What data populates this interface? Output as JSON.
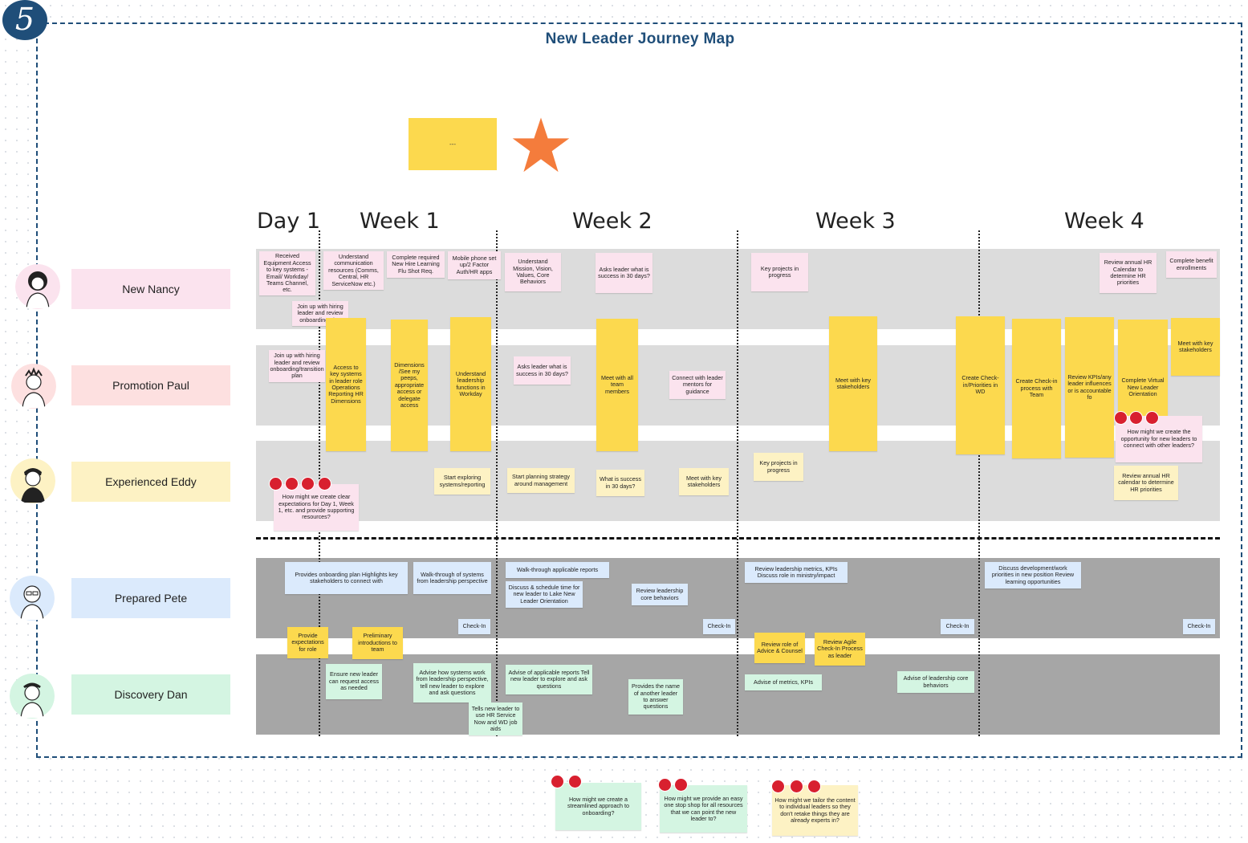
{
  "badge": "5",
  "title": "New Leader Journey Map",
  "legend_note": "---",
  "colors": {
    "frame": "#1f4e79",
    "sticky_yellow": "#fcd94e",
    "star": "#f47c3c",
    "dot": "#d8202f"
  },
  "phases": [
    "Day 1",
    "Week 1",
    "Week 2",
    "Week 3",
    "Week 4"
  ],
  "personas": [
    "New Nancy",
    "Promotion Paul",
    "Experienced Eddy",
    "Prepared Pete",
    "Discovery Dan"
  ],
  "notes": [
    "Received Equipment Access to key systems - Email/ Workday/ Teams Channel, etc.",
    "Understand communication resources (Comms, Central, HR ServiceNow etc.)",
    "Complete required New Hire Learning Flu Shot Req.",
    "Mobile phone set up/2 Factor Auth/HR apps",
    "Understand Mission, Vision, Values, Core Behaviors",
    "Asks leader what is success in 30 days?",
    "Key projects in progress",
    "Review annual HR Calendar to determine HR priorities",
    "Complete benefit enrollments",
    "Join up with hiring leader and review onboarding plan",
    "Join up with hiring leader and review onboarding/transition plan",
    "Access to key systems in leader role Operations Reporting HR Dimensions",
    "Dimensions /See my peeps, appropriate access or delegate access",
    "Understand leadership functions in Workday",
    "Asks leader what is success in 30 days?",
    "Meet with all team members",
    "Connect with leader mentors for guidance",
    "Meet with key stakeholders",
    "Create Check-in/Priorities in WD",
    "Create Check-in process with Team",
    "Review KPIs/any leader influences or is accountable fo",
    "Complete Virtual New Leader Orientation",
    "Meet with key stakeholders",
    "How might we create the opportunity for new leaders to connect with other leaders?",
    "How might we create clear expectations for Day 1, Week 1, etc. and provide supporting resources?",
    "Start exploring systems/reporting",
    "Start planning strategy around management",
    "What is success in 30 days?",
    "Meet with key stakeholders",
    "Key projects in progress",
    "Review annual HR calendar to determine HR priorities",
    "Provides onboarding plan Highlights key stakeholders to connect with",
    "Walk-through of systems from leadership perspective",
    "Walk-through applicable reports",
    "Discuss & schedule time for new leader to Lake New Leader Orientation",
    "Review leadership core behaviors",
    "Review leadership metrics, KPIs Discuss role in ministry/impact",
    "Discuss development/work priorities in new position Review learning opportunities",
    "Check-In",
    "Check-In",
    "Check-In",
    "Check-In",
    "Provide expectations for role",
    "Preliminary introductions to team",
    "Review role of Advice & Counsel",
    "Review Agile Check-In Process as leader",
    "Ensure new leader can request access as needed",
    "Advise how systems work from leadership perspective, tell new leader to explore and ask questions",
    "Tells new leader to use HR Service Now and WD job aids",
    "Advise of applicable reports Tell new leader to explore and ask questions",
    "Provides the name of another leader to answer questions",
    "Advise of metrics, KPIs",
    "Advise of leadership core behaviors",
    "How might we create a streamlined approach to onboarding?",
    "How might we provide an easy one stop shop for all resources that we can point the new leader to?",
    "How might we tailor the content to individual leaders so they don't retake things they are already experts in?"
  ]
}
